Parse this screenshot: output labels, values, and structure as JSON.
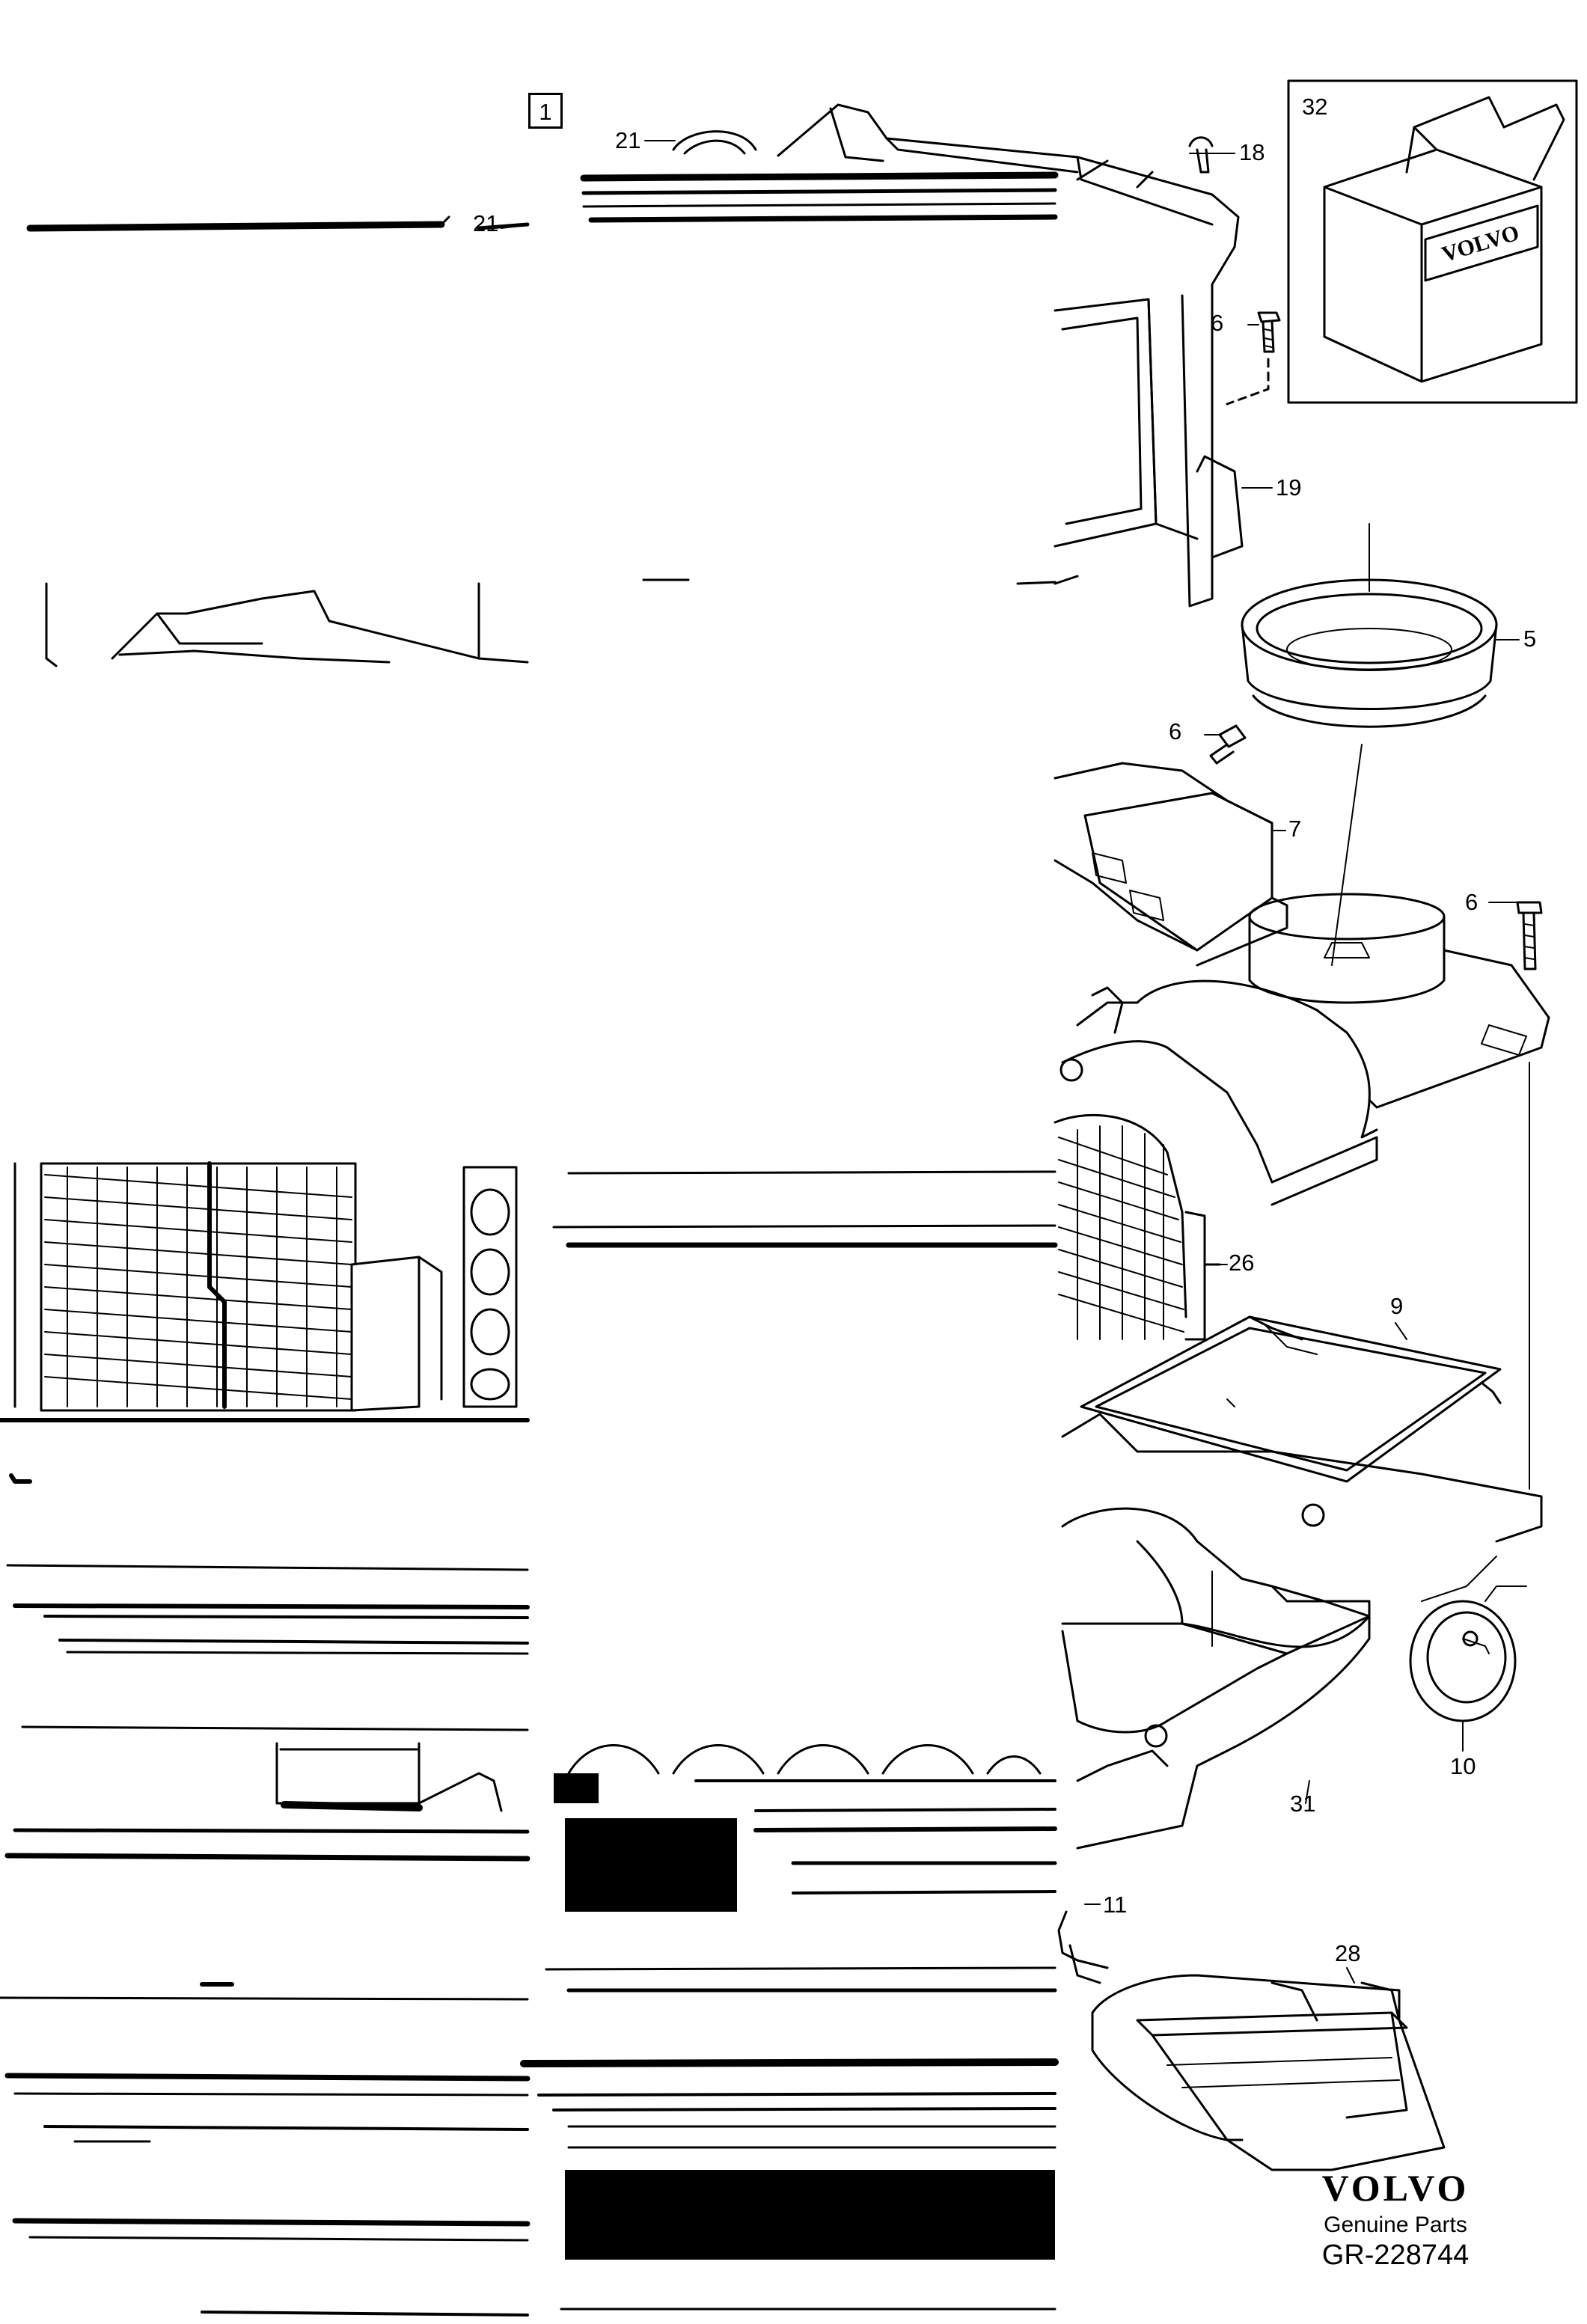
{
  "callouts": [
    {
      "id": "box",
      "text": "1"
    },
    {
      "id": "c21a",
      "text": "21"
    },
    {
      "id": "c21b",
      "text": "21"
    },
    {
      "id": "c18",
      "text": "18"
    },
    {
      "id": "c32",
      "text": "32"
    },
    {
      "id": "c6a",
      "text": "6"
    },
    {
      "id": "c19",
      "text": "19"
    },
    {
      "id": "c5",
      "text": "5"
    },
    {
      "id": "c6b",
      "text": "6"
    },
    {
      "id": "c7",
      "text": "7"
    },
    {
      "id": "c6c",
      "text": "6"
    },
    {
      "id": "c26",
      "text": "26"
    },
    {
      "id": "c9",
      "text": "9"
    },
    {
      "id": "c10",
      "text": "10"
    },
    {
      "id": "c31",
      "text": "31"
    },
    {
      "id": "c11",
      "text": "11"
    },
    {
      "id": "c28",
      "text": "28"
    }
  ],
  "box_brand": "VOLVO",
  "footer": {
    "logo": "VOLVO",
    "tagline": "Genuine Parts",
    "code": "GR-228744"
  }
}
